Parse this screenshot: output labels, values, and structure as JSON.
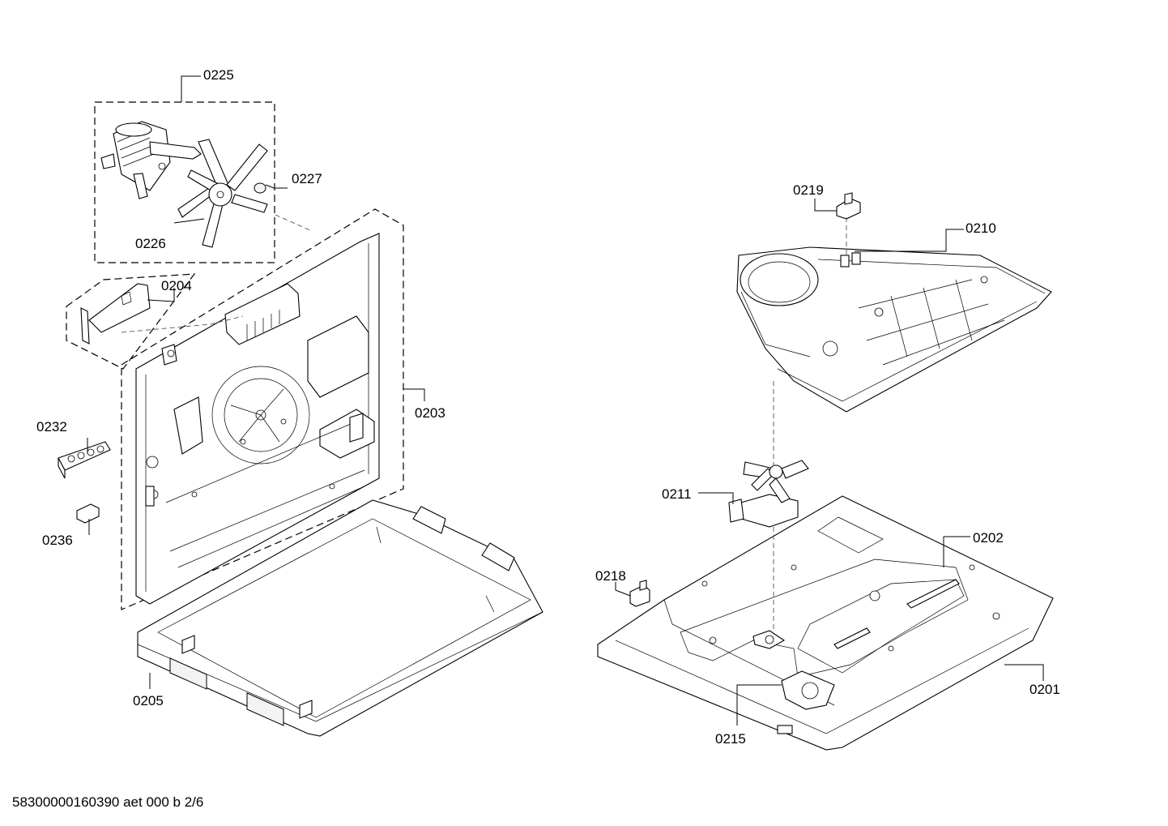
{
  "footer_text": "58300000160390 aet 000 b 2/6",
  "labels": {
    "p0225": "0225",
    "p0226": "0226",
    "p0227": "0227",
    "p0204": "0204",
    "p0203": "0203",
    "p0232": "0232",
    "p0236": "0236",
    "p0205": "0205",
    "p0219": "0219",
    "p0210": "0210",
    "p0211": "0211",
    "p0202": "0202",
    "p0218": "0218",
    "p0201": "0201",
    "p0215": "0215"
  }
}
